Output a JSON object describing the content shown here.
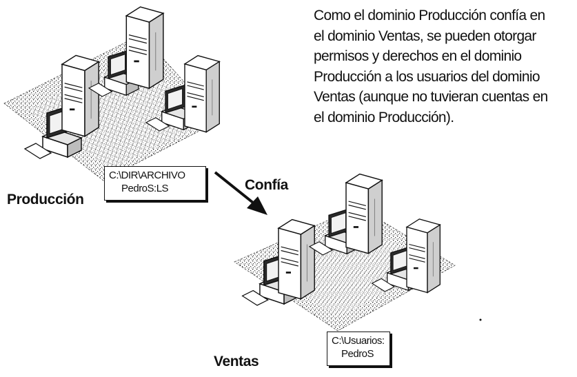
{
  "description": {
    "lines": [
      "Como el dominio Producción confía en",
      "el dominio Ventas, se pueden otorgar",
      "permisos y derechos en el dominio",
      "Producción a los usuarios del dominio",
      "Ventas (aunque no tuvieran cuentas en",
      "el dominio Producción)."
    ]
  },
  "domains": {
    "produccion": {
      "label": "Producción",
      "path_box": {
        "line1": "C:\\DIR\\ARCHIVO",
        "line2": "PedroS:LS"
      }
    },
    "ventas": {
      "label": "Ventas",
      "path_box": {
        "line1": "C:\\Usuarios:",
        "line2": "PedroS"
      }
    }
  },
  "trust": {
    "label": "Confía",
    "direction": "produccion-to-ventas"
  },
  "colors": {
    "ink": "#111111",
    "server_light": "#ffffff",
    "server_side": "#d9d9d9",
    "ground": "#8c8c8c"
  }
}
